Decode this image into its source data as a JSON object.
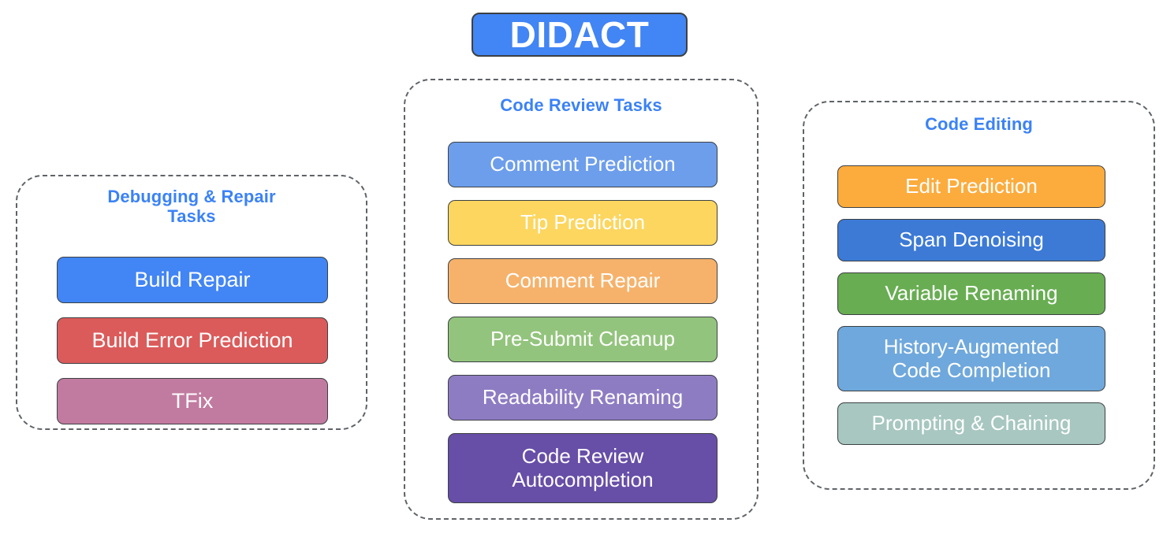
{
  "title": {
    "text": "DIDACT",
    "background": "#4285F4",
    "text_color": "#FFFFFF",
    "border_color": "#3C4043"
  },
  "theme": {
    "background": "#FFFFFF",
    "group_border": "#5F6368",
    "group_title_color": "#3B82F6",
    "box_border": "#3C4043",
    "box_text_color": "#FFFFFF"
  },
  "groups": [
    {
      "id": "debugging",
      "title": "Debugging & Repair\nTasks",
      "tasks": [
        {
          "label": "Build Repair",
          "color": "#4285F4"
        },
        {
          "label": "Build Error Prediction",
          "color": "#DB5B5B"
        },
        {
          "label": "TFix",
          "color": "#C27BA0"
        }
      ]
    },
    {
      "id": "codereview",
      "title": "Code Review Tasks",
      "tasks": [
        {
          "label": "Comment Prediction",
          "color": "#6D9EEB"
        },
        {
          "label": "Tip Prediction",
          "color": "#FCD65F"
        },
        {
          "label": "Comment Repair",
          "color": "#F6B26B"
        },
        {
          "label": "Pre-Submit Cleanup",
          "color": "#93C47D"
        },
        {
          "label": "Readability Renaming",
          "color": "#8E7CC3"
        },
        {
          "label": "Code Review\nAutocompletion",
          "color": "#674EA7",
          "tall": true
        }
      ]
    },
    {
      "id": "codeediting",
      "title": "Code Editing",
      "tasks": [
        {
          "label": "Edit Prediction",
          "color": "#FCAC3D"
        },
        {
          "label": "Span Denoising",
          "color": "#3C7AD6"
        },
        {
          "label": "Variable Renaming",
          "color": "#68AD52"
        },
        {
          "label": "History-Augmented\nCode Completion",
          "color": "#6FA8DC",
          "tall": true
        },
        {
          "label": "Prompting & Chaining",
          "color": "#A7C7C0"
        }
      ]
    }
  ]
}
